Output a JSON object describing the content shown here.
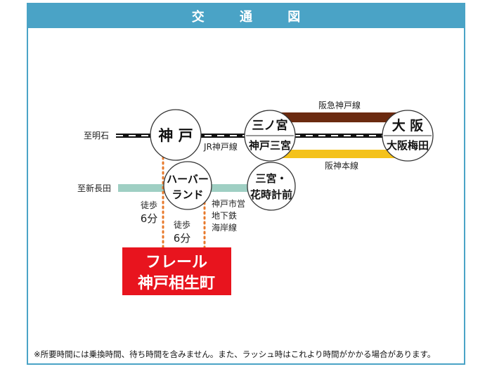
{
  "header": {
    "title": "交 通 図"
  },
  "stations": {
    "kobe": "神 戸",
    "sannomiya_top": "三ノ宮",
    "sannomiya_bottom": "神戸三宮",
    "osaka_top": "大 阪",
    "osaka_bottom": "大阪梅田",
    "harbor_1": "ハーバー",
    "harbor_2": "ランド",
    "sannomiya_hana_1": "三宮・",
    "sannomiya_hana_2": "花時計前"
  },
  "lines": {
    "hankyu": "阪急神戸線",
    "jr": "JR神戸線",
    "hanshin": "阪神本線",
    "kaigan_1": "神戸市営",
    "kaigan_2": "地下鉄",
    "kaigan_3": "海岸線"
  },
  "labels": {
    "to_akashi": "至明石",
    "to_shinnagata": "至新長田",
    "walk_a_1": "徒歩",
    "walk_a_2": "6分",
    "walk_b_1": "徒歩",
    "walk_b_2": "6分"
  },
  "destination": {
    "line1": "フレール",
    "line2": "神戸相生町"
  },
  "footnote": "※所要時間には乗換時間、待ち時間を含みません。また、ラッシュ時はこれより時間がかかる場合があります。",
  "colors": {
    "header_bg": "#4aa3c6",
    "hankyu": "#6b2a10",
    "hanshin": "#f4c21b",
    "kaigan": "#9fcfc3",
    "walk_dots": "#e87a2c",
    "destination_bg": "#e8141e"
  }
}
